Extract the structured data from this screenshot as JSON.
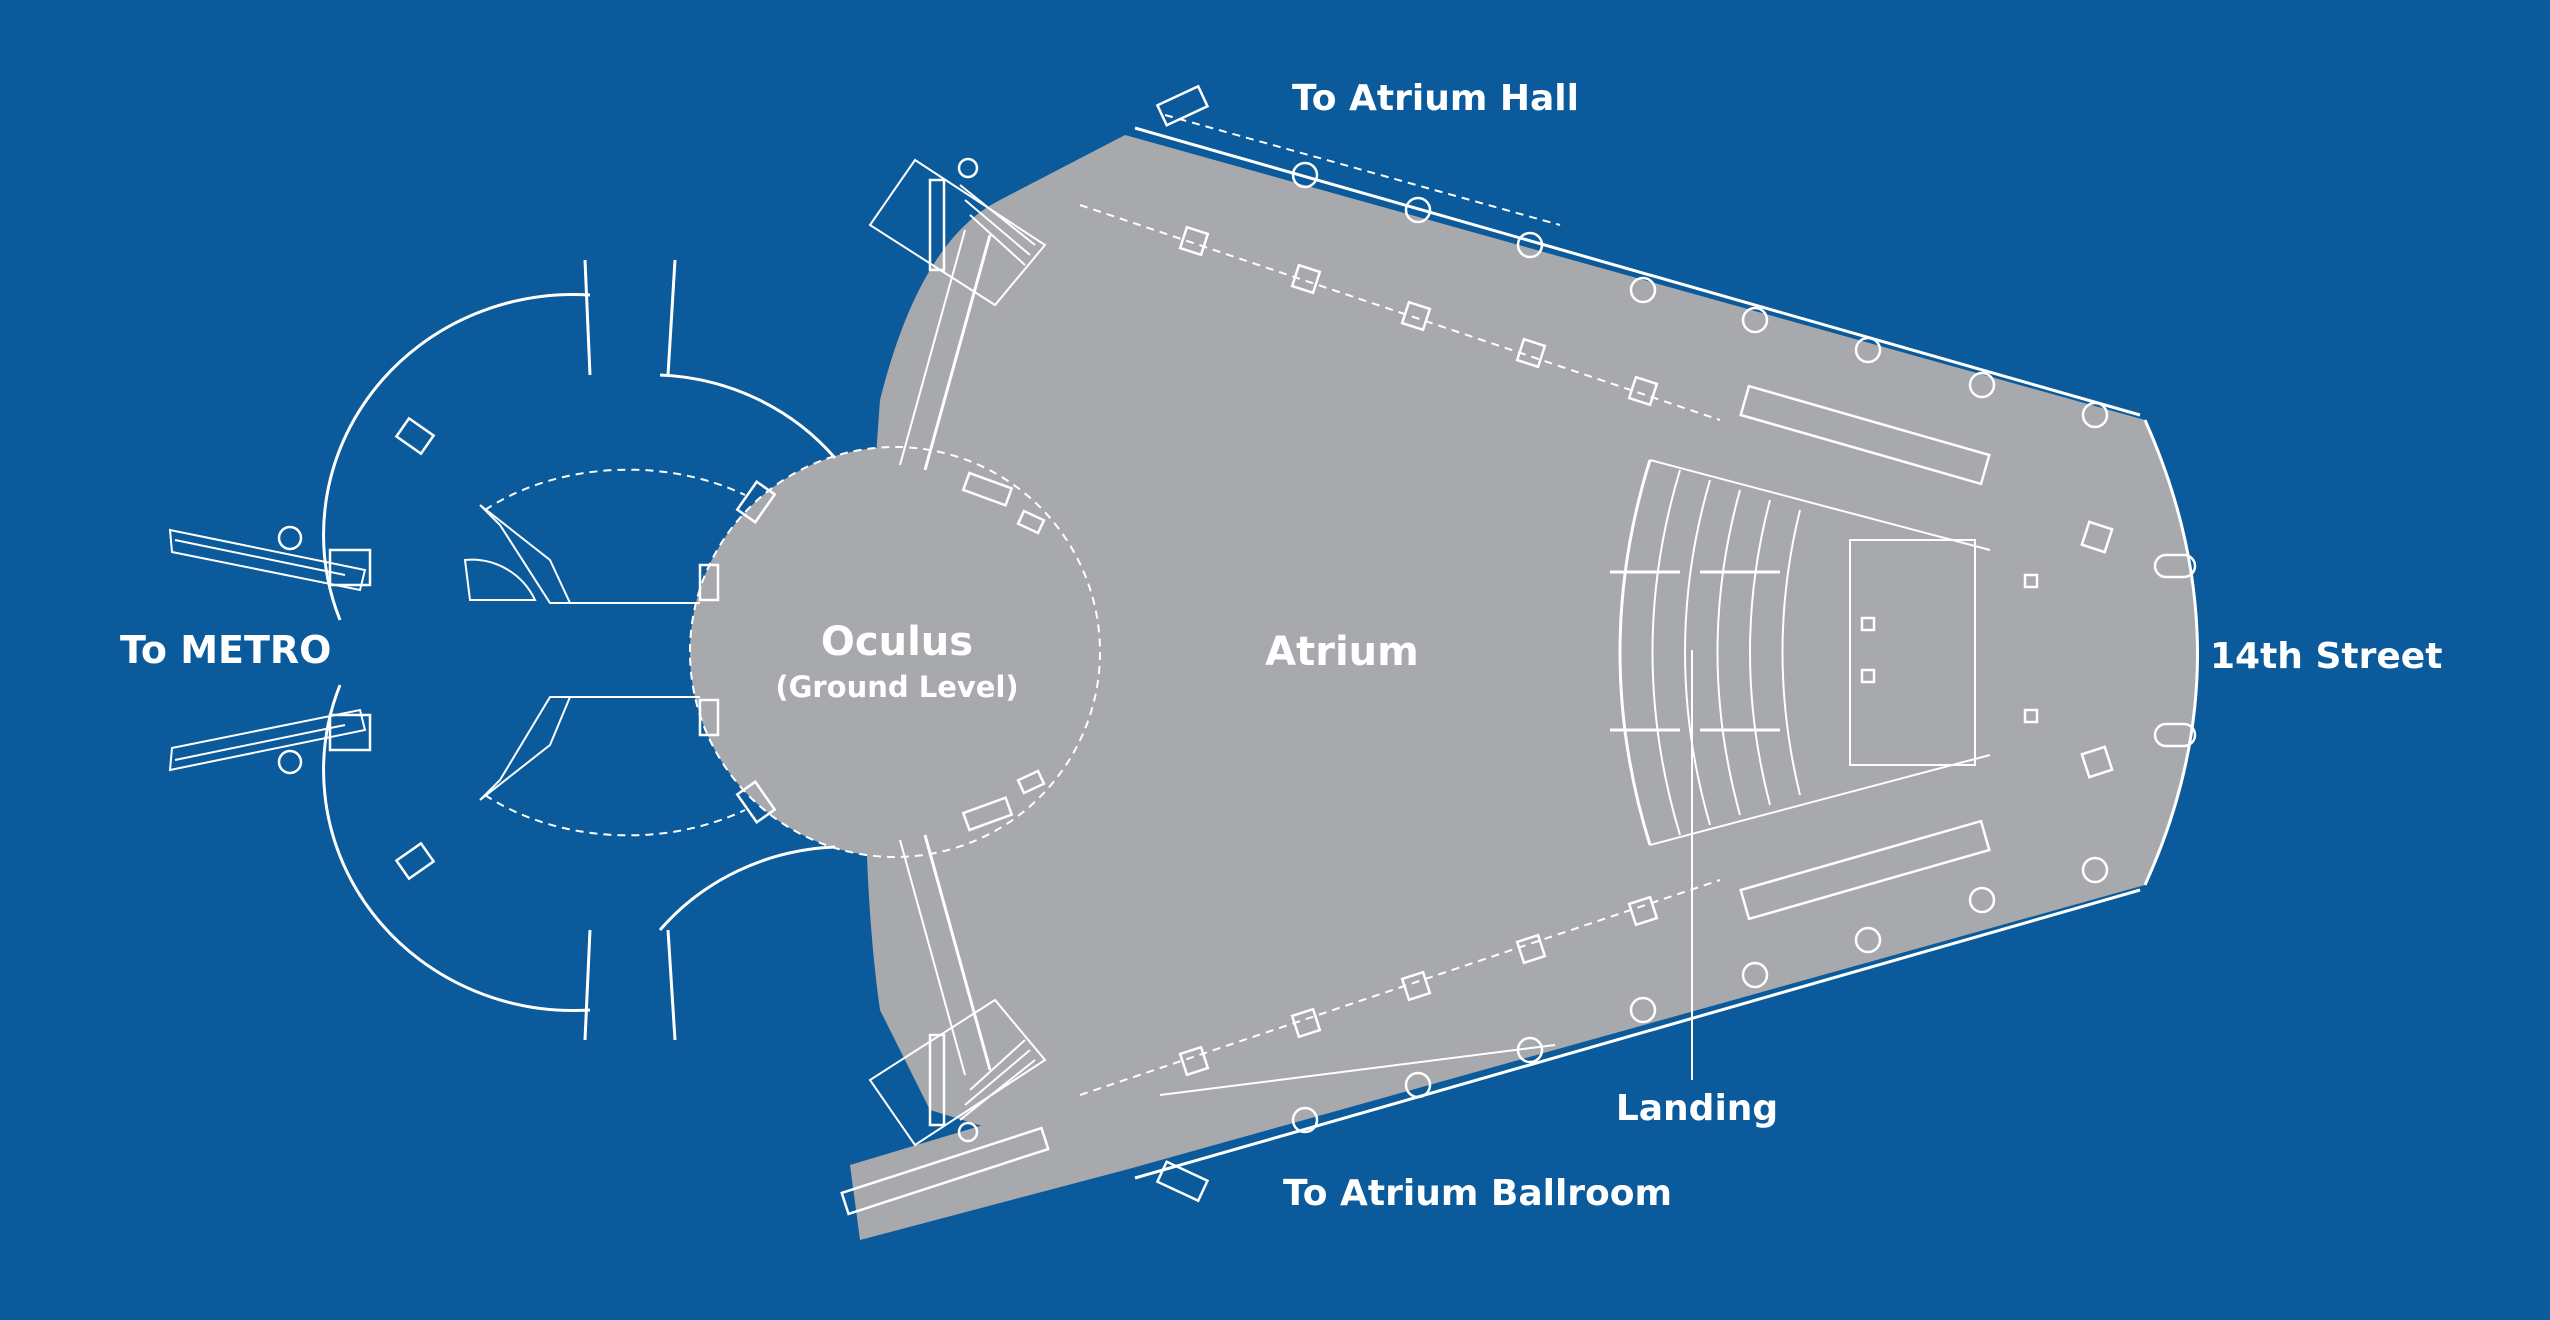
{
  "labels": {
    "to_metro": "To METRO",
    "oculus": "Oculus",
    "ground_level": "(Ground Level)",
    "atrium": "Atrium",
    "to_atrium_hall": "To Atrium Hall",
    "to_atrium_ballroom": "To Atrium Ballroom",
    "landing": "Landing",
    "street": "14th Street"
  },
  "colors": {
    "background": "#0a5a9c",
    "floor": "#a7a9ad",
    "lines": "#ffffff"
  }
}
